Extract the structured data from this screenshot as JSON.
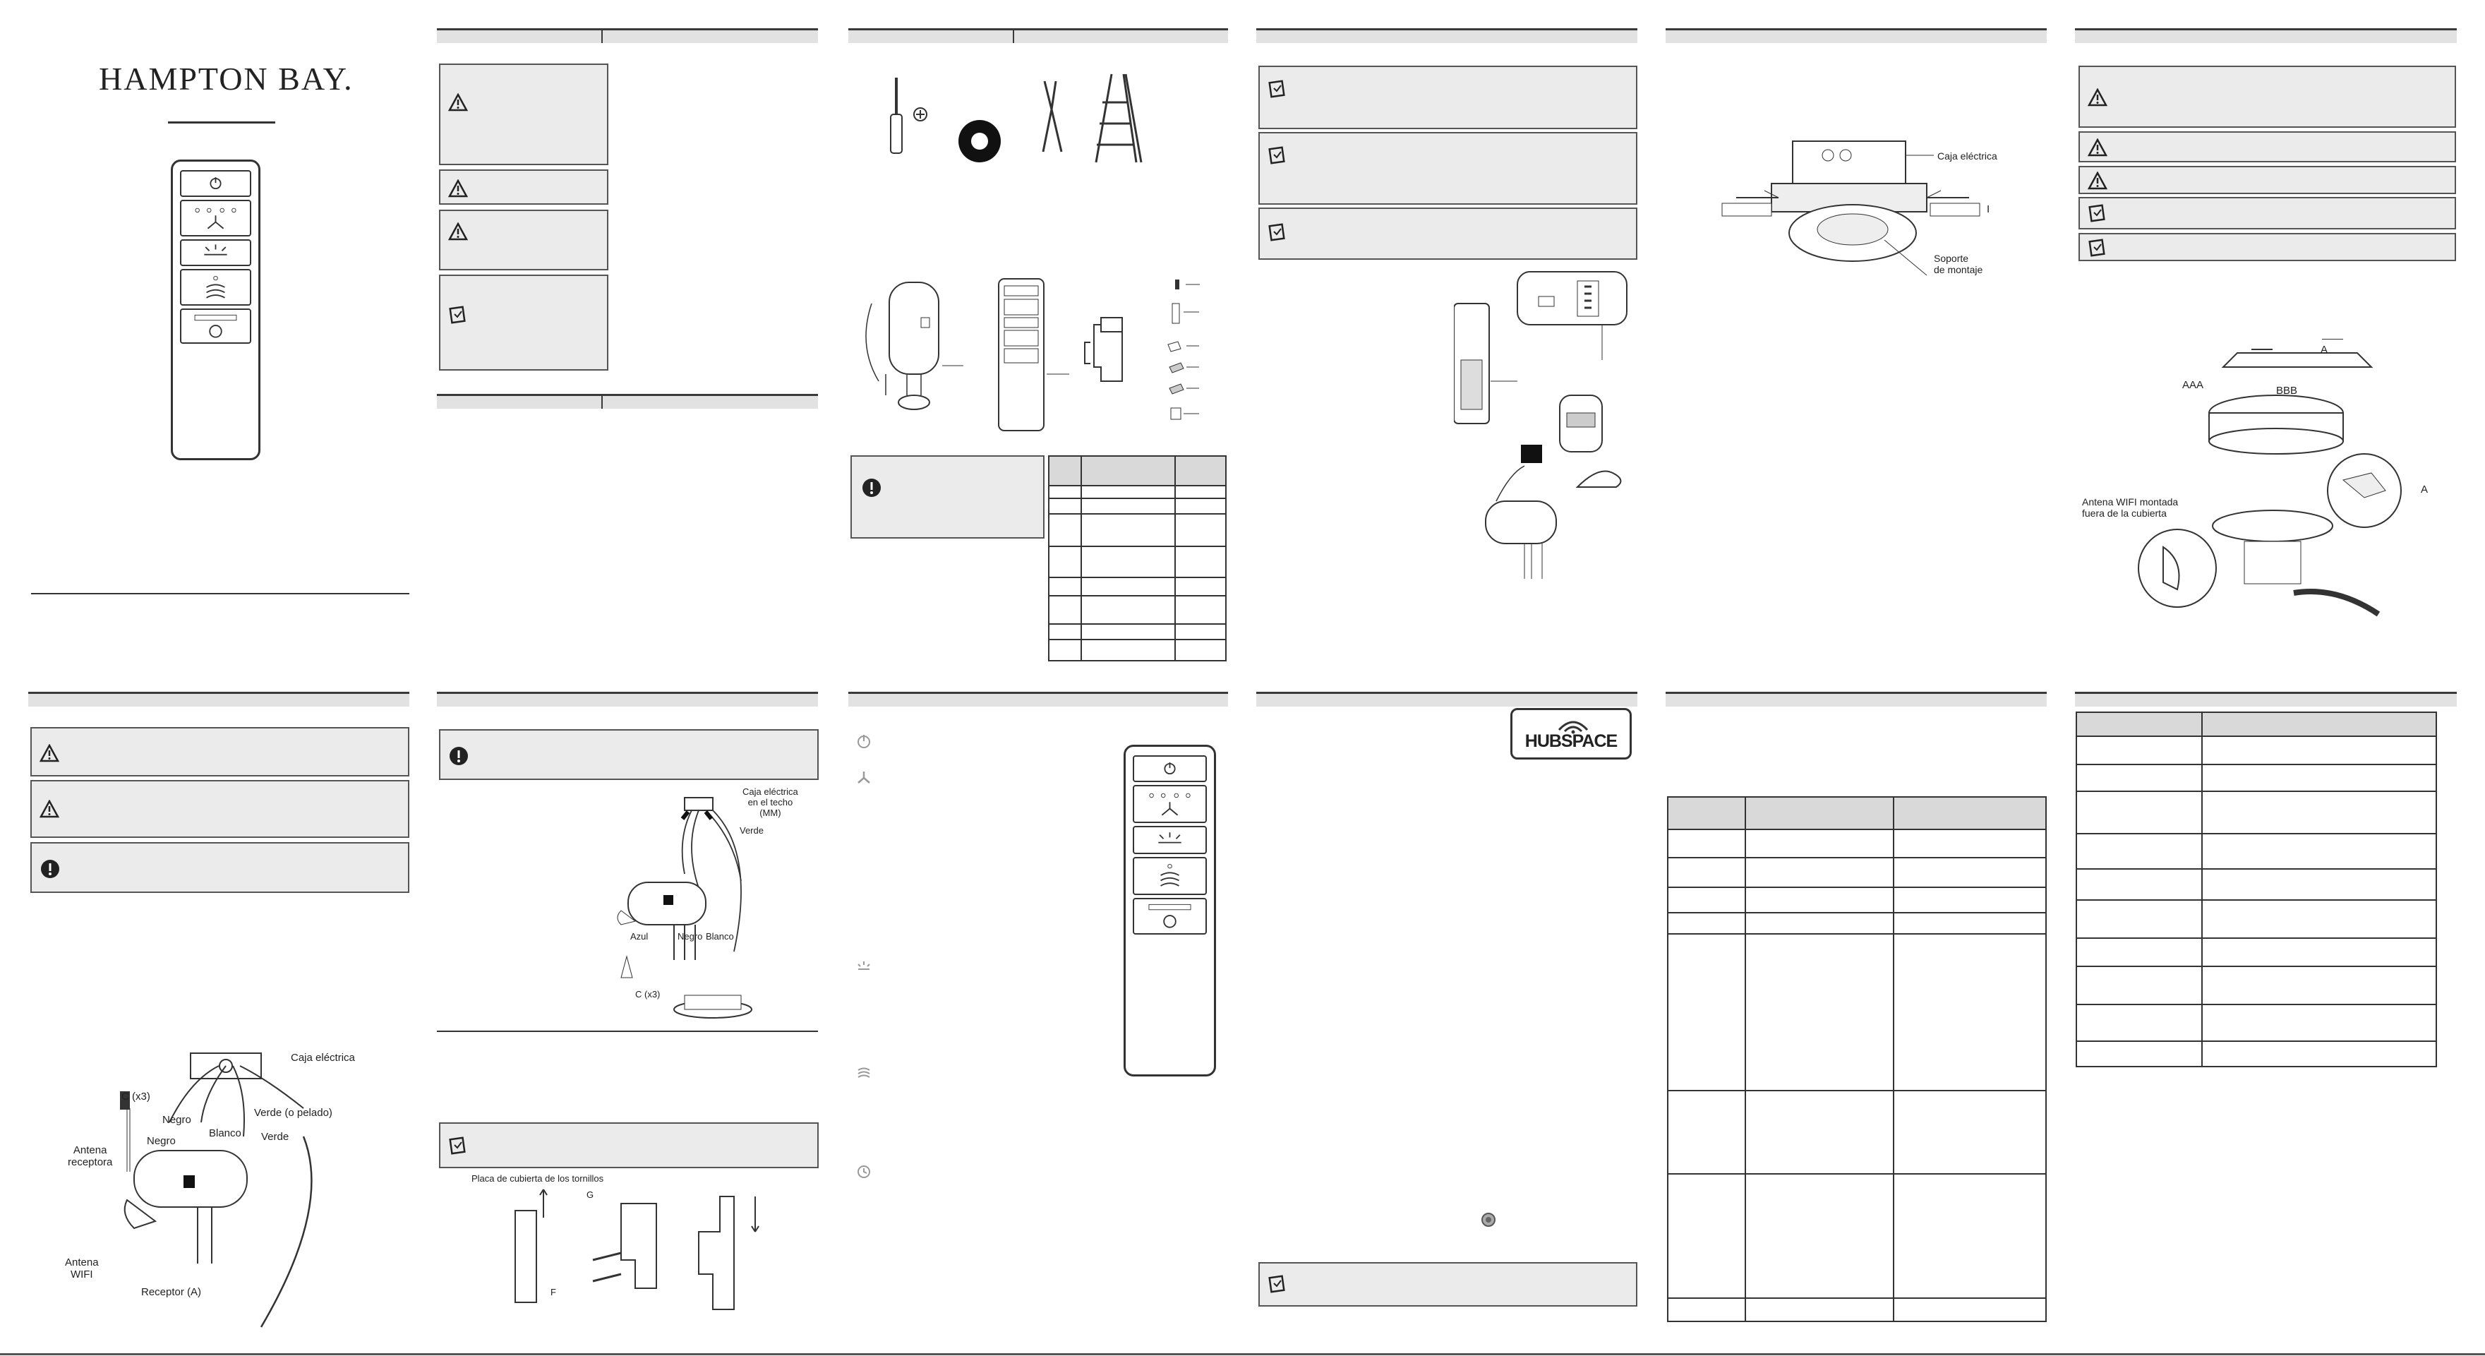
{
  "brand": "HAMPTON BAY.",
  "labels": {
    "caja_electrica": "Caja eléctrica",
    "soporte_montaje": "Soporte\nde montaje",
    "label_i": "I",
    "label_a_top": "A",
    "label_a_right": "A",
    "label_aaa": "AAA",
    "label_bbb": "BBB",
    "antena_wifi_montada": "Antena WIFI montada\nfuera de la cubierta",
    "caja_electrica_techo": "Caja eléctrica\nen el techo\n(MM)",
    "verde": "Verde",
    "azul": "Azul",
    "negro": "Negro",
    "blanco": "Blanco",
    "c_x3": "C (x3)",
    "placa_cubierta": "Placa de cubierta de los tornillos",
    "label_g": "G",
    "label_f": "F",
    "caja_electrica_b": "Caja eléctrica",
    "c_x3_b": "C (x3)",
    "verde_pelado": "Verde (o pelado)",
    "negro_b1": "Negro",
    "negro_b2": "Negro",
    "blanco_b": "Blanco",
    "verde_b": "Verde",
    "antena_receptora": "Antena\nreceptora",
    "antena_wifi": "Antena\nWIFI",
    "receptor_a": "Receptor (A)"
  },
  "hubspace": "HUBSPACE",
  "icons": {
    "warning": "warning-triangle-icon",
    "note": "note-hand-icon",
    "caution": "exclamation-circle-icon",
    "power": "power-icon",
    "fan": "fan-icon",
    "light": "light-icon",
    "breeze": "breeze-icon",
    "timer": "timer-icon"
  }
}
